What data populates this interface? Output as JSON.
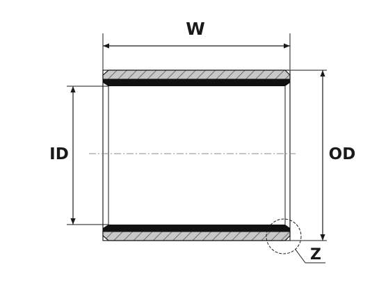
{
  "labels": {
    "width": "W",
    "inner_diameter": "ID",
    "outer_diameter": "OD",
    "detail": "Z"
  },
  "colors": {
    "line": "#1a1a1a",
    "shell_fill": "#c8c8c8",
    "liner": "#111111",
    "hatch": "#555555",
    "centerline": "#888888",
    "background": "#ffffff"
  }
}
